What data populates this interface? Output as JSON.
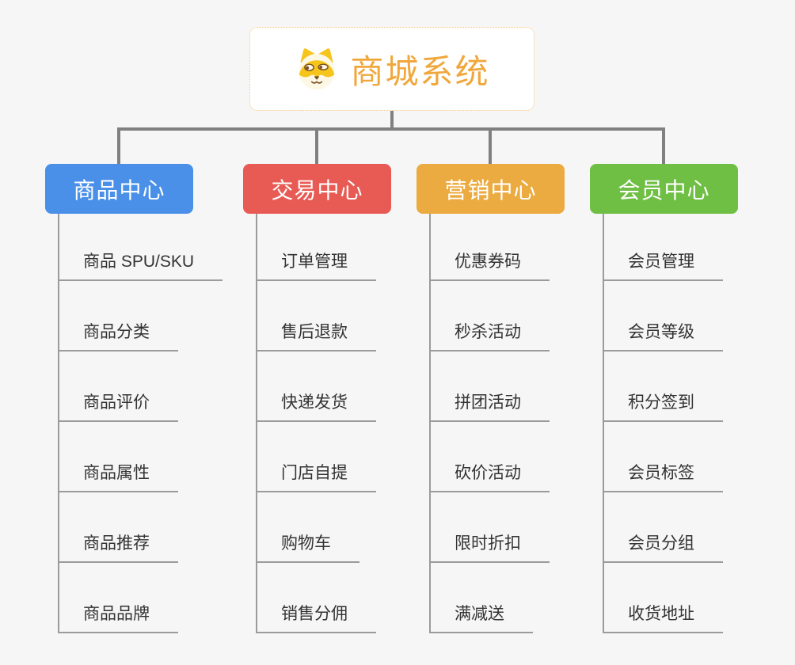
{
  "colors": {
    "background": "#f6f6f6",
    "connector": "#808080",
    "branch_line": "#9b9b9b",
    "item_text": "#333333"
  },
  "root": {
    "title": "商城系统",
    "title_color": "#f0a73c",
    "border_color": "#f3c584",
    "icon": "shiba-dog-icon"
  },
  "branches": [
    {
      "label": "商品中心",
      "color": "#4a90e8",
      "items": [
        "商品 SPU/SKU",
        "商品分类",
        "商品评价",
        "商品属性",
        "商品推荐",
        "商品品牌"
      ]
    },
    {
      "label": "交易中心",
      "color": "#e85b55",
      "items": [
        "订单管理",
        "售后退款",
        "快递发货",
        "门店自提",
        "购物车",
        "销售分佣"
      ]
    },
    {
      "label": "营销中心",
      "color": "#ebab40",
      "items": [
        "优惠券码",
        "秒杀活动",
        "拼团活动",
        "砍价活动",
        "限时折扣",
        "满减送"
      ]
    },
    {
      "label": "会员中心",
      "color": "#6fbf44",
      "items": [
        "会员管理",
        "会员等级",
        "积分签到",
        "会员标签",
        "会员分组",
        "收货地址"
      ]
    }
  ]
}
